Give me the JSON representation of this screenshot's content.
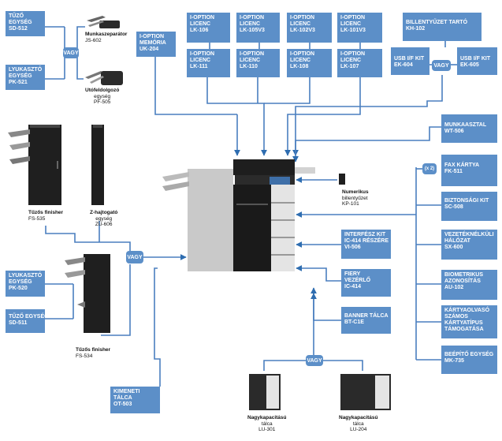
{
  "boxes": {
    "sd512": [
      "TŰZŐ",
      "EGYSÉG",
      "SD-512"
    ],
    "pk521": [
      "LYUKASZTÓ",
      "EGYSÉG",
      "PK-521"
    ],
    "uk204": [
      "I-OPTION",
      "MEMÓRIA",
      "UK-204"
    ],
    "lk106": [
      "I-OPTION",
      "LICENC",
      "LK-106"
    ],
    "lk105": [
      "I-OPTION",
      "LICENC",
      "LK-105v3"
    ],
    "lk102": [
      "I-OPTION",
      "LICENC",
      "LK-102v3"
    ],
    "lk101": [
      "I-OPTION",
      "LICENC",
      "LK-101v3"
    ],
    "lk111": [
      "I-OPTION",
      "LICENC",
      "LK-111"
    ],
    "lk110": [
      "I-OPTION",
      "LICENC",
      "LK-110"
    ],
    "lk108": [
      "I-OPTION",
      "LICENC",
      "LK-108"
    ],
    "lk107": [
      "I-OPTION",
      "LICENC",
      "LK-107"
    ],
    "kh102": [
      "BILLENTYŰZET TARTÓ",
      "KH-102"
    ],
    "ek604": [
      "USB I/F KIT",
      "EK-604"
    ],
    "ek605": [
      "USB I/F KIT",
      "EK-605"
    ],
    "wt506": [
      "MUNKAASZTAL",
      "WT-506"
    ],
    "fk511": [
      "FAX KÁRTYA",
      "FK-511"
    ],
    "sc508": [
      "BIZTONSÁGI KIT",
      "SC-508"
    ],
    "sx600": [
      "VEZETÉKNÉLKÜLI",
      "HÁLÓZAT",
      "SX-600"
    ],
    "au102": [
      "BIOMETRIKUS",
      "AZONOSÍTÁS",
      "AU-102"
    ],
    "card": [
      "KÁRTYAOLVASÓ",
      "SZÁMOS",
      "KÁRTYATÍPUS",
      "TÁMOGATÁSA"
    ],
    "mk735": [
      "BEÉPÍTŐ EGYSÉG",
      "MK-735"
    ],
    "vi506": [
      "INTERFÉSZ KIT",
      "IC-414 RÉSZÉRE",
      "VI-506"
    ],
    "ic414": [
      "FIERY",
      "VEZÉRLŐ",
      "IC-414"
    ],
    "bt": [
      "BANNER TÁLCA",
      "BT-C1e"
    ],
    "pk520": [
      "LYUKASZTÓ",
      "EGYSÉG",
      "PK-520"
    ],
    "sd511": [
      "TŰZŐ EGYSÉG",
      "SD-511"
    ],
    "ot503": [
      "KIMENETI",
      "TÁLCA",
      "OT-503"
    ]
  },
  "pills": {
    "vagy_top": "VAGY",
    "vagy_usb": "VAGY",
    "vagy_mid": "VAGY",
    "vagy_bottom": "VAGY",
    "x2": "(x 2)"
  },
  "labels": {
    "js602": [
      "Munkaszeparátor",
      "JS-602"
    ],
    "pf505": [
      "Utófeldolgozó",
      "egység",
      "PF-505"
    ],
    "fs535": [
      "Tűzős finisher",
      "FS-535"
    ],
    "zu606": [
      "Z-hajtogató",
      "egység",
      "ZU-606"
    ],
    "fs534": [
      "Tűzős finisher",
      "FS-534"
    ],
    "kp101": [
      "Numerikus",
      "billentyűzet",
      "KP-101"
    ],
    "lu301": [
      "Nagykapacitású",
      "tálca",
      "LU-301"
    ],
    "lu204": [
      "Nagykapacitású",
      "tálca",
      "LU-204"
    ]
  },
  "colors": {
    "box": "#5c8fc8",
    "line": "#4a7fbf",
    "arrow": "#2e6db0"
  }
}
